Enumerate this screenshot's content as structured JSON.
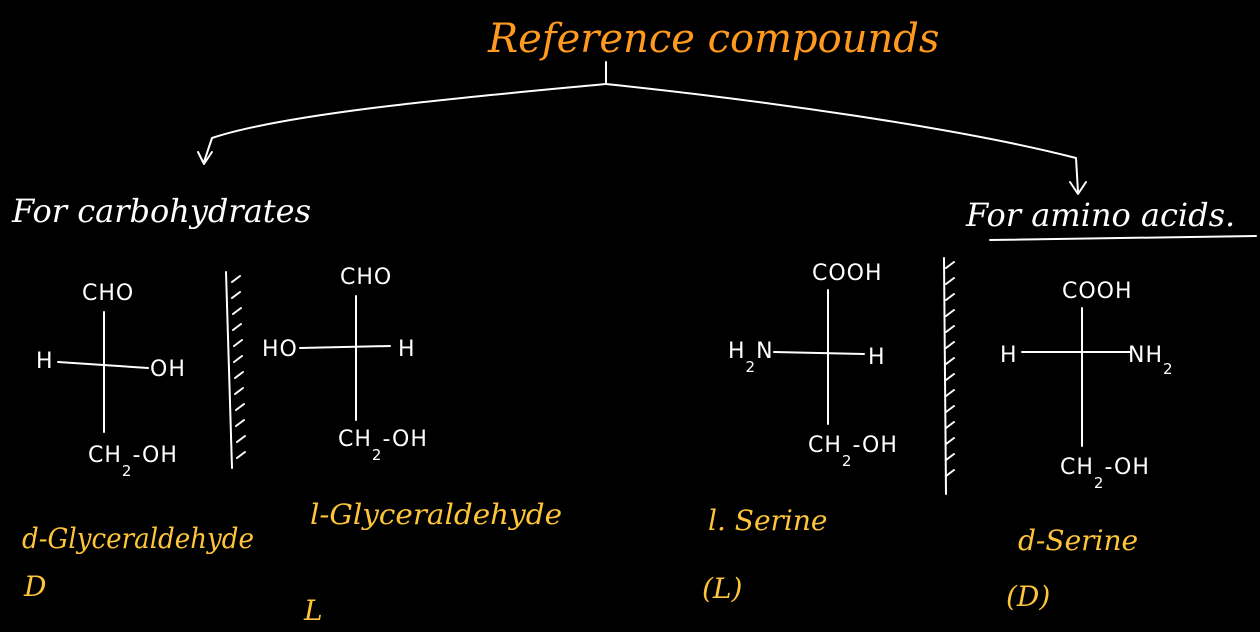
{
  "title": "Reference compounds",
  "branches": {
    "left": "For carbohydrates",
    "right": "For amino acids."
  },
  "molecules": {
    "d_glyceraldehyde": {
      "top": "CHO",
      "left": "H",
      "right": "OH",
      "bottom": "CH2-OH",
      "bottom_main": "CH",
      "bottom_sub": "2",
      "bottom_rest": "-OH"
    },
    "l_glyceraldehyde": {
      "top": "CHO",
      "left": "HO",
      "right": "H",
      "bottom_main": "CH",
      "bottom_sub": "2",
      "bottom_rest": "-OH"
    },
    "l_serine": {
      "top": "COOH",
      "left_main": "H",
      "left_sub": "2",
      "left_rest": "N",
      "right": "H",
      "bottom_main": "CH",
      "bottom_sub": "2",
      "bottom_rest": "-OH"
    },
    "d_serine": {
      "top": "COOH",
      "left": "H",
      "right_main": "NH",
      "right_sub": "2",
      "bottom_main": "CH",
      "bottom_sub": "2",
      "bottom_rest": "-OH"
    }
  },
  "captions": {
    "d_glyceraldehyde": "d-Glyceraldehyde",
    "d_glyceraldehyde_letter": "D",
    "l_glyceraldehyde": "l-Glyceraldehyde",
    "l_glyceraldehyde_letter": "L",
    "l_serine": "l. Serine",
    "l_serine_letter": "(L)",
    "d_serine": "d-Serine",
    "d_serine_letter": "(D)"
  },
  "colors": {
    "background": "#000000",
    "title": "#ff9a1f",
    "captions": "#ffc53a",
    "structures": "#ffffff"
  }
}
